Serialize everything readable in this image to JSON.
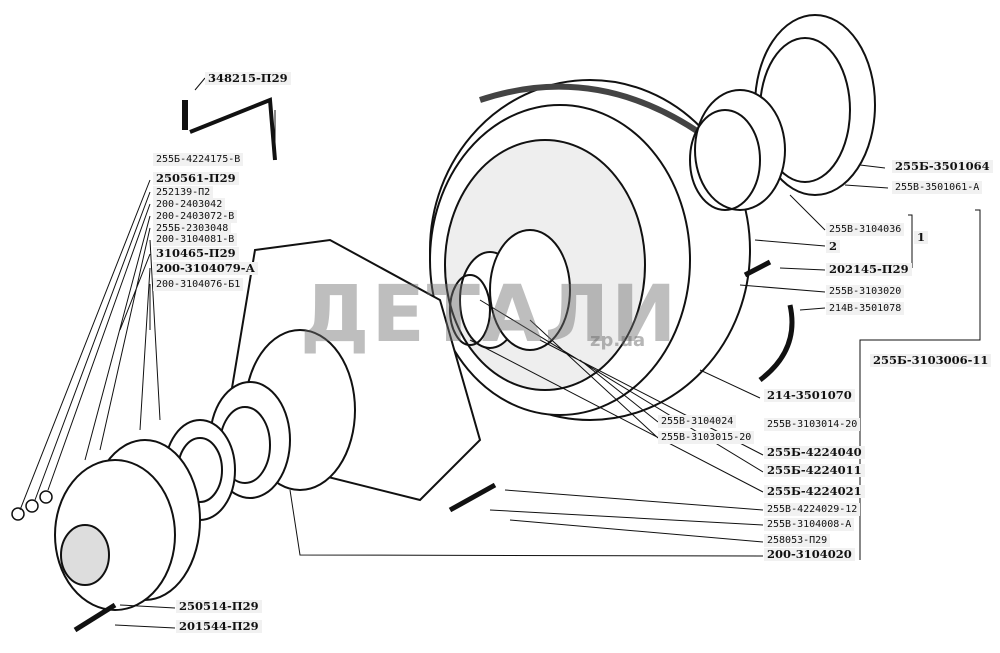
{
  "watermark": {
    "main": "ДЕТАЛИ",
    "domain": "zp.ua"
  },
  "labels": {
    "l1": "348215-П29",
    "l2": "255Б-4224175-В",
    "l3": "250561-П29",
    "l4": "252139-П2",
    "l5": "200-2403042",
    "l6": "200-2403072-В",
    "l7": "255Б-2303048",
    "l8": "200-3104081-В",
    "l9": "310465-П29",
    "l10": "200-3104079-А",
    "l11": "200-3104076-Б1",
    "r1": "255Б-3501064",
    "r2": "255В-3501061-А",
    "r3": "255В-3104036",
    "r4": "2",
    "r5": "1",
    "r6": "202145-П29",
    "r7": "255В-3103020",
    "r8": "214В-3501078",
    "r9": "255Б-3103006-11",
    "r10": "214-3501070",
    "r11": "255В-3104024",
    "r12": "255В-3103015-20",
    "r13": "255В-3103014-20",
    "r14": "255Б-4224040",
    "r15": "255Б-4224011",
    "r16": "255Б-4224021",
    "r17": "255В-4224029-12",
    "r18": "255В-3104008-А",
    "r19": "258053-П29",
    "r20": "200-3104020",
    "b1": "250514-П29",
    "b2": "201544-П29"
  }
}
